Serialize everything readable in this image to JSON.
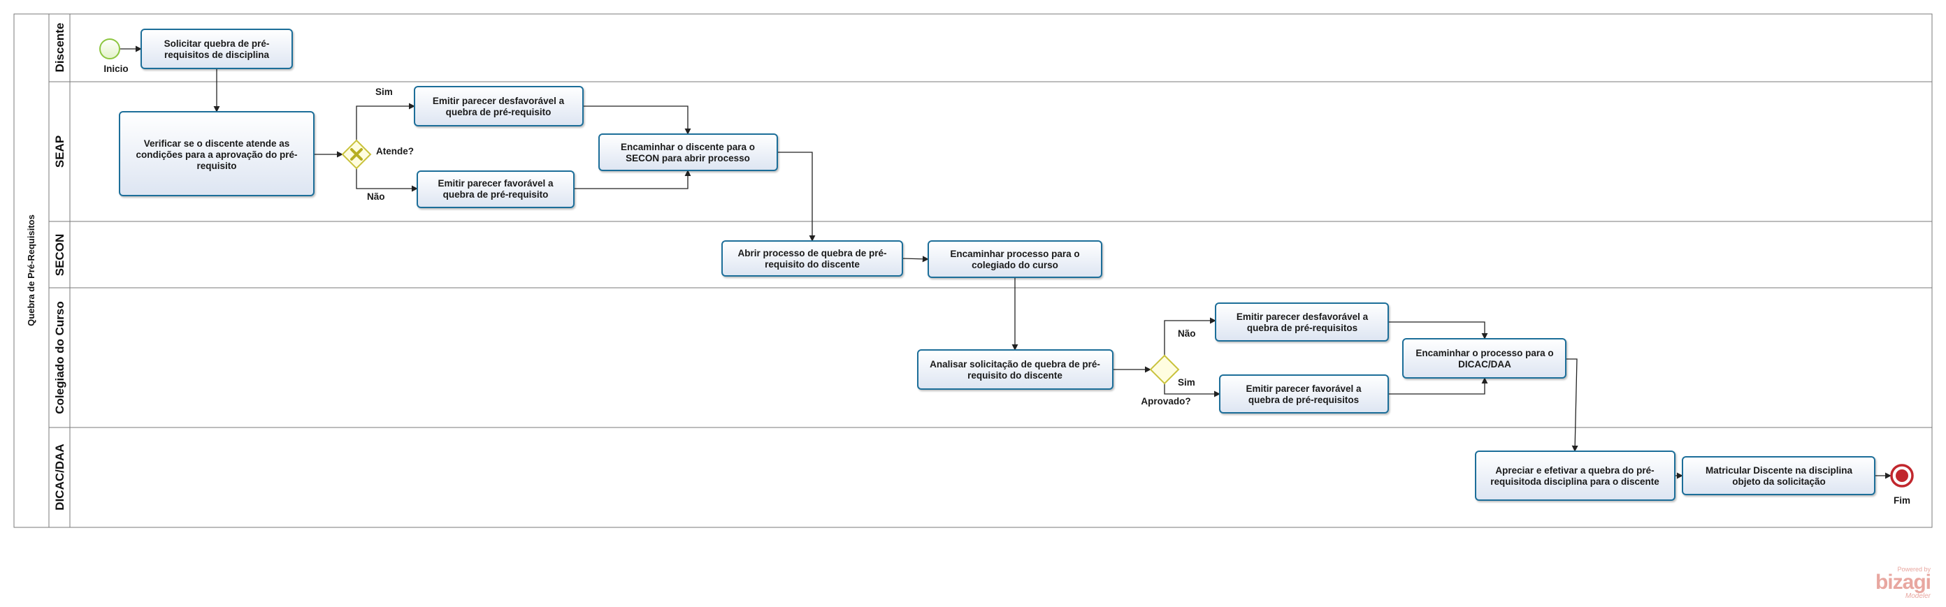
{
  "pool": {
    "label": "Quebra de Pré-Requisitos"
  },
  "lanes": [
    {
      "id": "discente",
      "label": "Discente"
    },
    {
      "id": "seap",
      "label": "SEAP"
    },
    {
      "id": "secon",
      "label": "SECON"
    },
    {
      "id": "colegiado",
      "label": "Colegiado do Curso"
    },
    {
      "id": "dicac",
      "label": "DICAC/DAA"
    }
  ],
  "events": {
    "start": {
      "label": "Inicio"
    },
    "end": {
      "label": "Fim"
    }
  },
  "tasks": [
    {
      "id": "t1",
      "lines": [
        "Solicitar quebra de pré-",
        "requisitos de disciplina"
      ]
    },
    {
      "id": "t2",
      "lines": [
        "Verificar se o discente atende as",
        "condições para a aprovação do pré-",
        "requisito"
      ]
    },
    {
      "id": "t3",
      "lines": [
        "Emitir parecer desfavorável a",
        "quebra de pré-requisito"
      ]
    },
    {
      "id": "t4",
      "lines": [
        "Emitir parecer favorável a",
        "quebra de pré-requisito"
      ]
    },
    {
      "id": "t5",
      "lines": [
        "Encaminhar o discente para o",
        "SECON para abrir processo"
      ]
    },
    {
      "id": "t6",
      "lines": [
        "Abrir processo de quebra de pré-",
        "requisito do discente"
      ]
    },
    {
      "id": "t7",
      "lines": [
        "Encaminhar processo para o",
        "colegiado do curso"
      ]
    },
    {
      "id": "t8",
      "lines": [
        "Analisar solicitação de quebra de pré-",
        "requisito do discente"
      ]
    },
    {
      "id": "t9",
      "lines": [
        "Emitir parecer desfavorável a",
        "quebra de pré-requisitos"
      ]
    },
    {
      "id": "t10",
      "lines": [
        "Emitir parecer favorável a",
        "quebra de pré-requisitos"
      ]
    },
    {
      "id": "t11",
      "lines": [
        "Encaminhar o processo para o",
        "DICAC/DAA"
      ]
    },
    {
      "id": "t12",
      "lines": [
        "Apreciar e efetivar a quebra do pré-",
        "requisitoda disciplina para o discente"
      ]
    },
    {
      "id": "t13",
      "lines": [
        "Matricular Discente na disciplina",
        "objeto da solicitação"
      ]
    }
  ],
  "gateways": [
    {
      "id": "g1",
      "label": "Atende?"
    },
    {
      "id": "g2",
      "label": "Aprovado?"
    }
  ],
  "flow_labels": {
    "g1_yes": "Sim",
    "g1_no": "Não",
    "g2_no": "Não",
    "g2_yes": "Sim"
  },
  "branding": {
    "powered": "Powered by",
    "logo": "bizagi",
    "product": "Modeler"
  },
  "colors": {
    "task_border": "#1f6e99",
    "task_fill_top": "#ffffff",
    "task_fill_bottom": "#dde5f2",
    "start_stroke": "#8cc63f",
    "start_fill": "#eef8df",
    "end_stroke": "#c1272d",
    "gateway_stroke": "#c9c23c",
    "gateway_fill": "#fffde0",
    "gateway_x": "#b7ae21",
    "brand": "#e8a7a0"
  }
}
